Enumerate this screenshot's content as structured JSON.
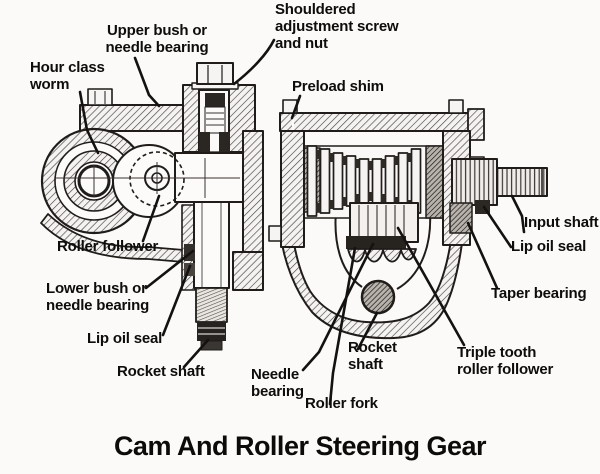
{
  "title": "Cam And Roller Steering Gear",
  "labels": {
    "shouldered_adjustment_screw": "Shouldered\nadjustment screw\nand nut",
    "upper_bush": "Upper bush or\nneedle bearing",
    "hour_glass_worm": "Hour class\nworm",
    "preload_shim": "Preload shim",
    "roller_follower": "Roller follower",
    "lower_bush": "Lower bush or\nneedle bearing",
    "lip_oil_seal_left": "Lip oil seal",
    "rocker_shaft_left": "Rocket shaft",
    "needle_bearing": "Needle\nbearing",
    "roller_fork": "Roller fork",
    "rocker_shaft_right": "Rocket\nshaft",
    "triple_tooth_roller_follower": "Triple tooth\nroller follower",
    "taper_bearing": "Taper bearing",
    "lip_oil_seal_right": "Lip oil seal",
    "input_shaft": "Input shaft"
  },
  "colors": {
    "ink": "#141210",
    "background": "#fbfaf9"
  }
}
